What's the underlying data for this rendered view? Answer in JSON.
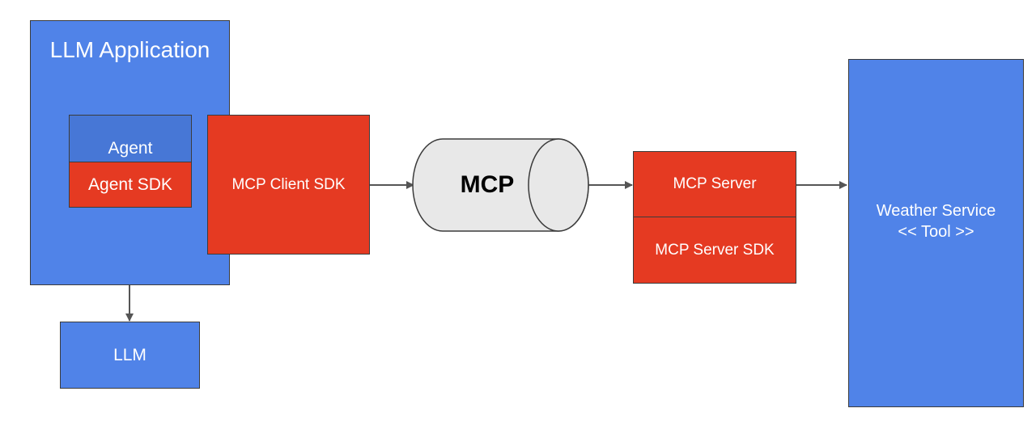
{
  "llm_application": {
    "label": "LLM Application"
  },
  "agent": {
    "label": "Agent"
  },
  "agent_sdk": {
    "label": "Agent SDK"
  },
  "mcp_client_sdk": {
    "label": "MCP Client SDK"
  },
  "llm": {
    "label": "LLM"
  },
  "mcp_transport": {
    "label": "MCP"
  },
  "mcp_server": {
    "label": "MCP Server"
  },
  "mcp_server_sdk": {
    "label": "MCP Server SDK"
  },
  "weather_service": {
    "label": "Weather Service",
    "sublabel": "<< Tool >>"
  },
  "colors": {
    "application_blue": "#5083e8",
    "agent_blue": "#4777d6",
    "sdk_red": "#e53a22",
    "cylinder_gray": "#e8e8e8",
    "line": "#555555"
  }
}
